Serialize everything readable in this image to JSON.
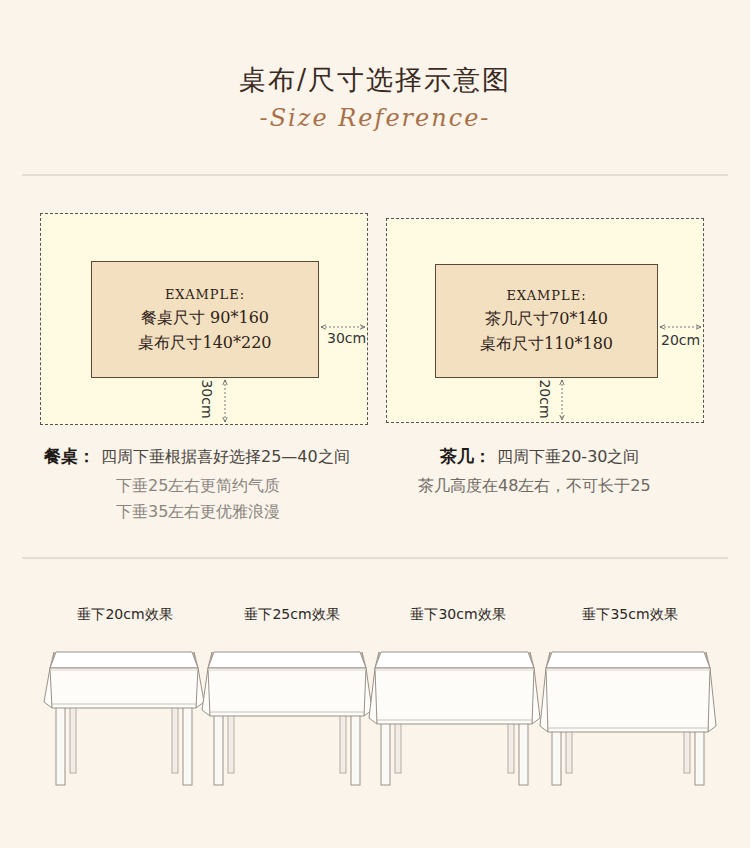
{
  "diagram": {
    "title": "桌布/尺寸选择示意图",
    "nodes": [
      {
        "text": [
          "30cm",
          "30cm"
        ]
      },
      {
        "text": [
          "EXAMPLE:",
          "餐桌尺寸 90*160",
          "桌布尺寸140*220"
        ],
        "in": 0
      },
      {
        "text": [
          "20cm",
          "20cm"
        ]
      },
      {
        "text": [
          "EXAMPLE:",
          "茶几尺寸70*140",
          "桌布尺寸110*180"
        ],
        "in": 2
      }
    ],
    "labels": [
      "-Size Reference-",
      "餐桌：",
      "四周下垂根据喜好选择25—40之间",
      "下垂25左右更简约气质",
      "下垂35左右更优雅浪漫",
      "茶几：",
      "四周下垂20-30之间",
      "茶几高度在48左右，不可长于25",
      "垂下20cm效果",
      "垂下25cm效果",
      "垂下30cm效果",
      "垂下35cm效果"
    ]
  }
}
